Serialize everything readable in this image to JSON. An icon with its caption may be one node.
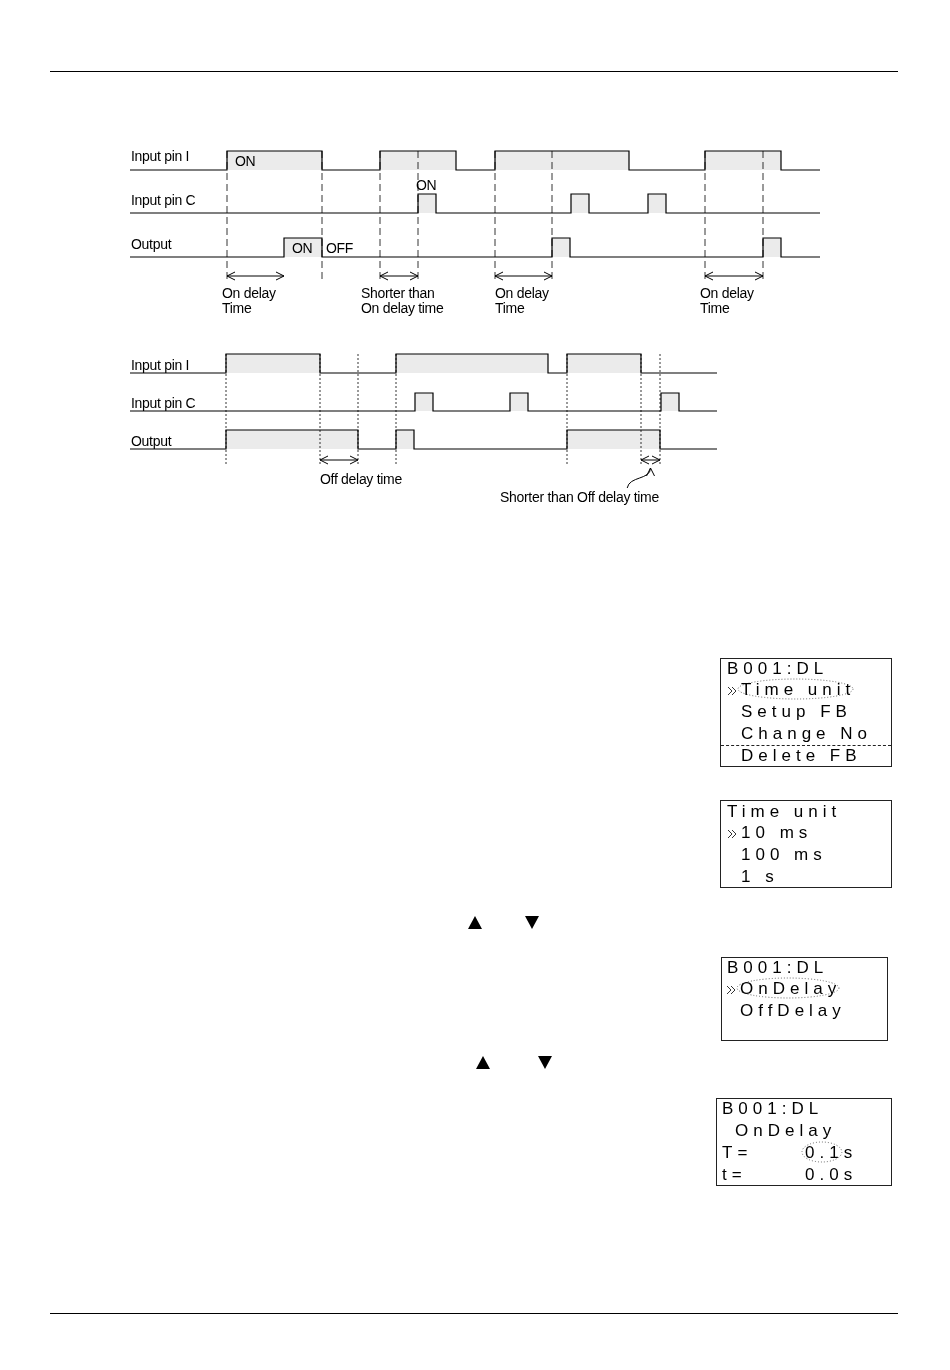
{
  "diagram": {
    "nodes": [
      {
        "text": [
          "B001:DL",
          "Time unit",
          "Setup FB",
          "Change No",
          "Delete FB"
        ]
      },
      {
        "text": [
          "Time unit",
          "10 ms",
          "100 ms",
          "1 s"
        ]
      },
      {
        "text": [
          "B001:DL",
          "OnDelay",
          "OffDelay"
        ]
      },
      {
        "text": [
          "B001:DL",
          "OnDelay",
          "T=",
          "0.1s",
          "t=",
          "0.0s"
        ]
      },
      {
        "text": [
          "Shorter than Off delay time"
        ]
      },
      {
        "text": [],
        "shape": "arrow"
      }
    ],
    "edges": [
      {
        "from": 4,
        "to": 5,
        "arrow": "to"
      }
    ],
    "labels": [
      "Input pin I",
      "ON",
      "Input pin C",
      "ON",
      "Output",
      "ON",
      "OFF",
      "On delay Time",
      "Shorter than On delay time",
      "On delay Time",
      "On delay Time",
      "Input pin I",
      "Input pin C",
      "Output",
      "Off delay time"
    ]
  }
}
